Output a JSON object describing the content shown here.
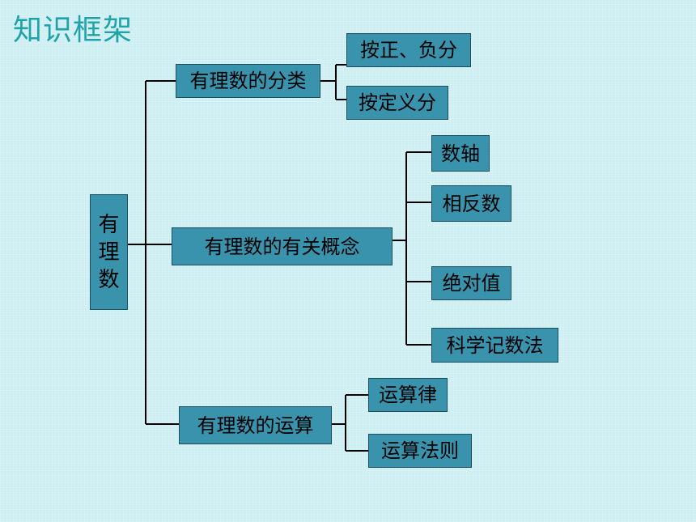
{
  "title": "知识框架",
  "root": {
    "chars": [
      "有",
      "理",
      "数"
    ]
  },
  "branches": {
    "classification": {
      "label": "有理数的分类",
      "children": [
        "按正、负分",
        "按定义分"
      ]
    },
    "concepts": {
      "label": "有理数的有关概念",
      "children": [
        "数轴",
        "相反数",
        "绝对值",
        "科学记数法"
      ]
    },
    "operations": {
      "label": "有理数的运算",
      "children": [
        "运算律",
        "运算法则"
      ]
    }
  }
}
